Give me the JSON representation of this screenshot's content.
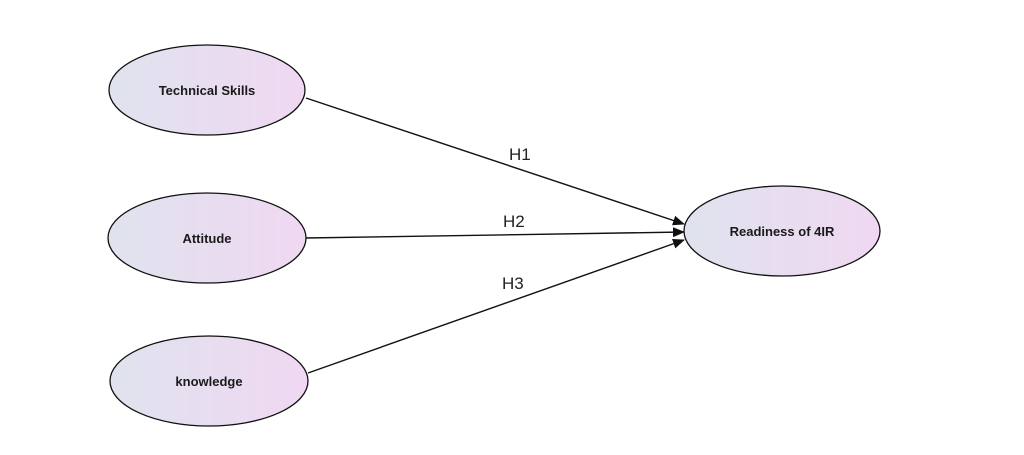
{
  "nodes": {
    "technical_skills": {
      "label": "Technical Skills"
    },
    "attitude": {
      "label": "Attitude"
    },
    "knowledge": {
      "label": "knowledge"
    },
    "readiness": {
      "label": "Readiness of 4IR"
    }
  },
  "edges": {
    "h1": {
      "label": "H1",
      "from": "technical_skills",
      "to": "readiness"
    },
    "h2": {
      "label": "H2",
      "from": "attitude",
      "to": "readiness"
    },
    "h3": {
      "label": "H3",
      "from": "knowledge",
      "to": "readiness"
    }
  },
  "colors": {
    "node_fill_start": "#dfe3ee",
    "node_fill_end": "#f0d8f2",
    "stroke": "#111111"
  }
}
